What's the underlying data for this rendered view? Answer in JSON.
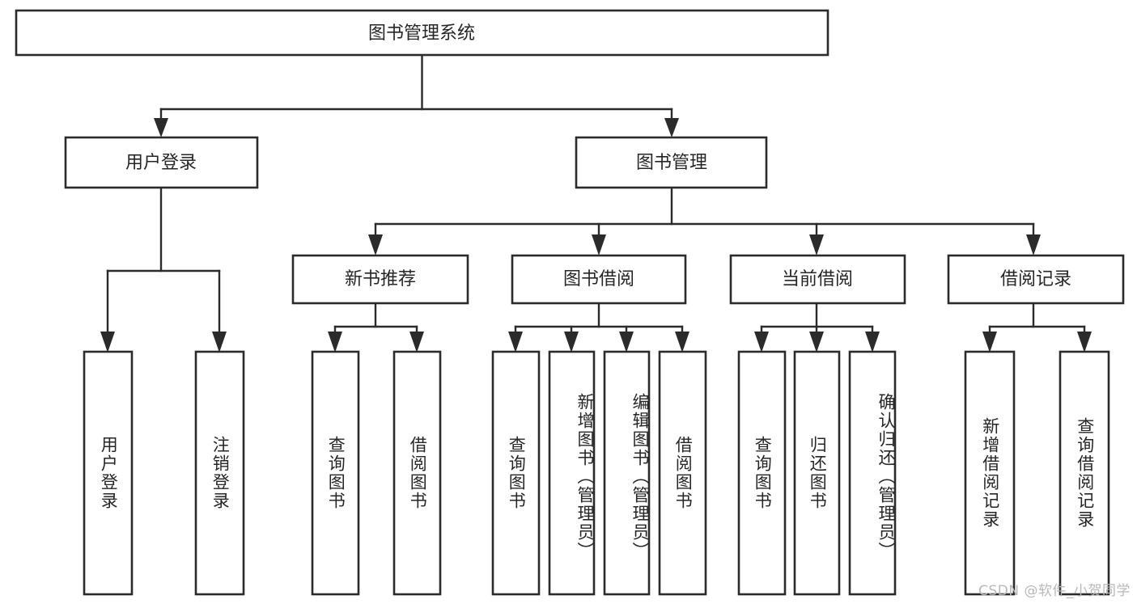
{
  "diagram": {
    "title": "图书管理系统",
    "type": "tree-hierarchy",
    "root": {
      "label": "图书管理系统",
      "orientation": "horizontal"
    },
    "level1": [
      {
        "label": "用户登录",
        "orientation": "horizontal"
      },
      {
        "label": "图书管理",
        "orientation": "horizontal"
      }
    ],
    "level2": [
      {
        "label": "新书推荐",
        "orientation": "horizontal"
      },
      {
        "label": "图书借阅",
        "orientation": "horizontal"
      },
      {
        "label": "当前借阅",
        "orientation": "horizontal"
      },
      {
        "label": "借阅记录",
        "orientation": "horizontal"
      }
    ],
    "leaves": [
      {
        "label": "用户登录",
        "parent": "用户登录",
        "orientation": "vertical"
      },
      {
        "label": "注销登录",
        "parent": "用户登录",
        "orientation": "vertical"
      },
      {
        "label": "查询图书",
        "parent": "新书推荐",
        "orientation": "vertical"
      },
      {
        "label": "借阅图书",
        "parent": "新书推荐",
        "orientation": "vertical"
      },
      {
        "label": "查询图书",
        "parent": "图书借阅",
        "orientation": "vertical"
      },
      {
        "label": "新增图书（管理员）",
        "parent": "图书借阅",
        "orientation": "vertical"
      },
      {
        "label": "编辑图书（管理员）",
        "parent": "图书借阅",
        "orientation": "vertical"
      },
      {
        "label": "借阅图书",
        "parent": "图书借阅",
        "orientation": "vertical"
      },
      {
        "label": "查询图书",
        "parent": "当前借阅",
        "orientation": "vertical"
      },
      {
        "label": "归还图书",
        "parent": "当前借阅",
        "orientation": "vertical"
      },
      {
        "label": "确认归还（管理员）",
        "parent": "当前借阅",
        "orientation": "vertical"
      },
      {
        "label": "新增借阅记录",
        "parent": "借阅记录",
        "orientation": "vertical"
      },
      {
        "label": "查询借阅记录",
        "parent": "借阅记录",
        "orientation": "vertical"
      }
    ],
    "colors": {
      "background": "#ffffff",
      "box_fill": "#ffffff",
      "box_stroke": "#2b2b2b",
      "text": "#262626",
      "connector": "#2b2b2b",
      "watermark": "#b8b8b8"
    }
  },
  "watermark": {
    "text": "CSDN @软件_小贺同学"
  }
}
